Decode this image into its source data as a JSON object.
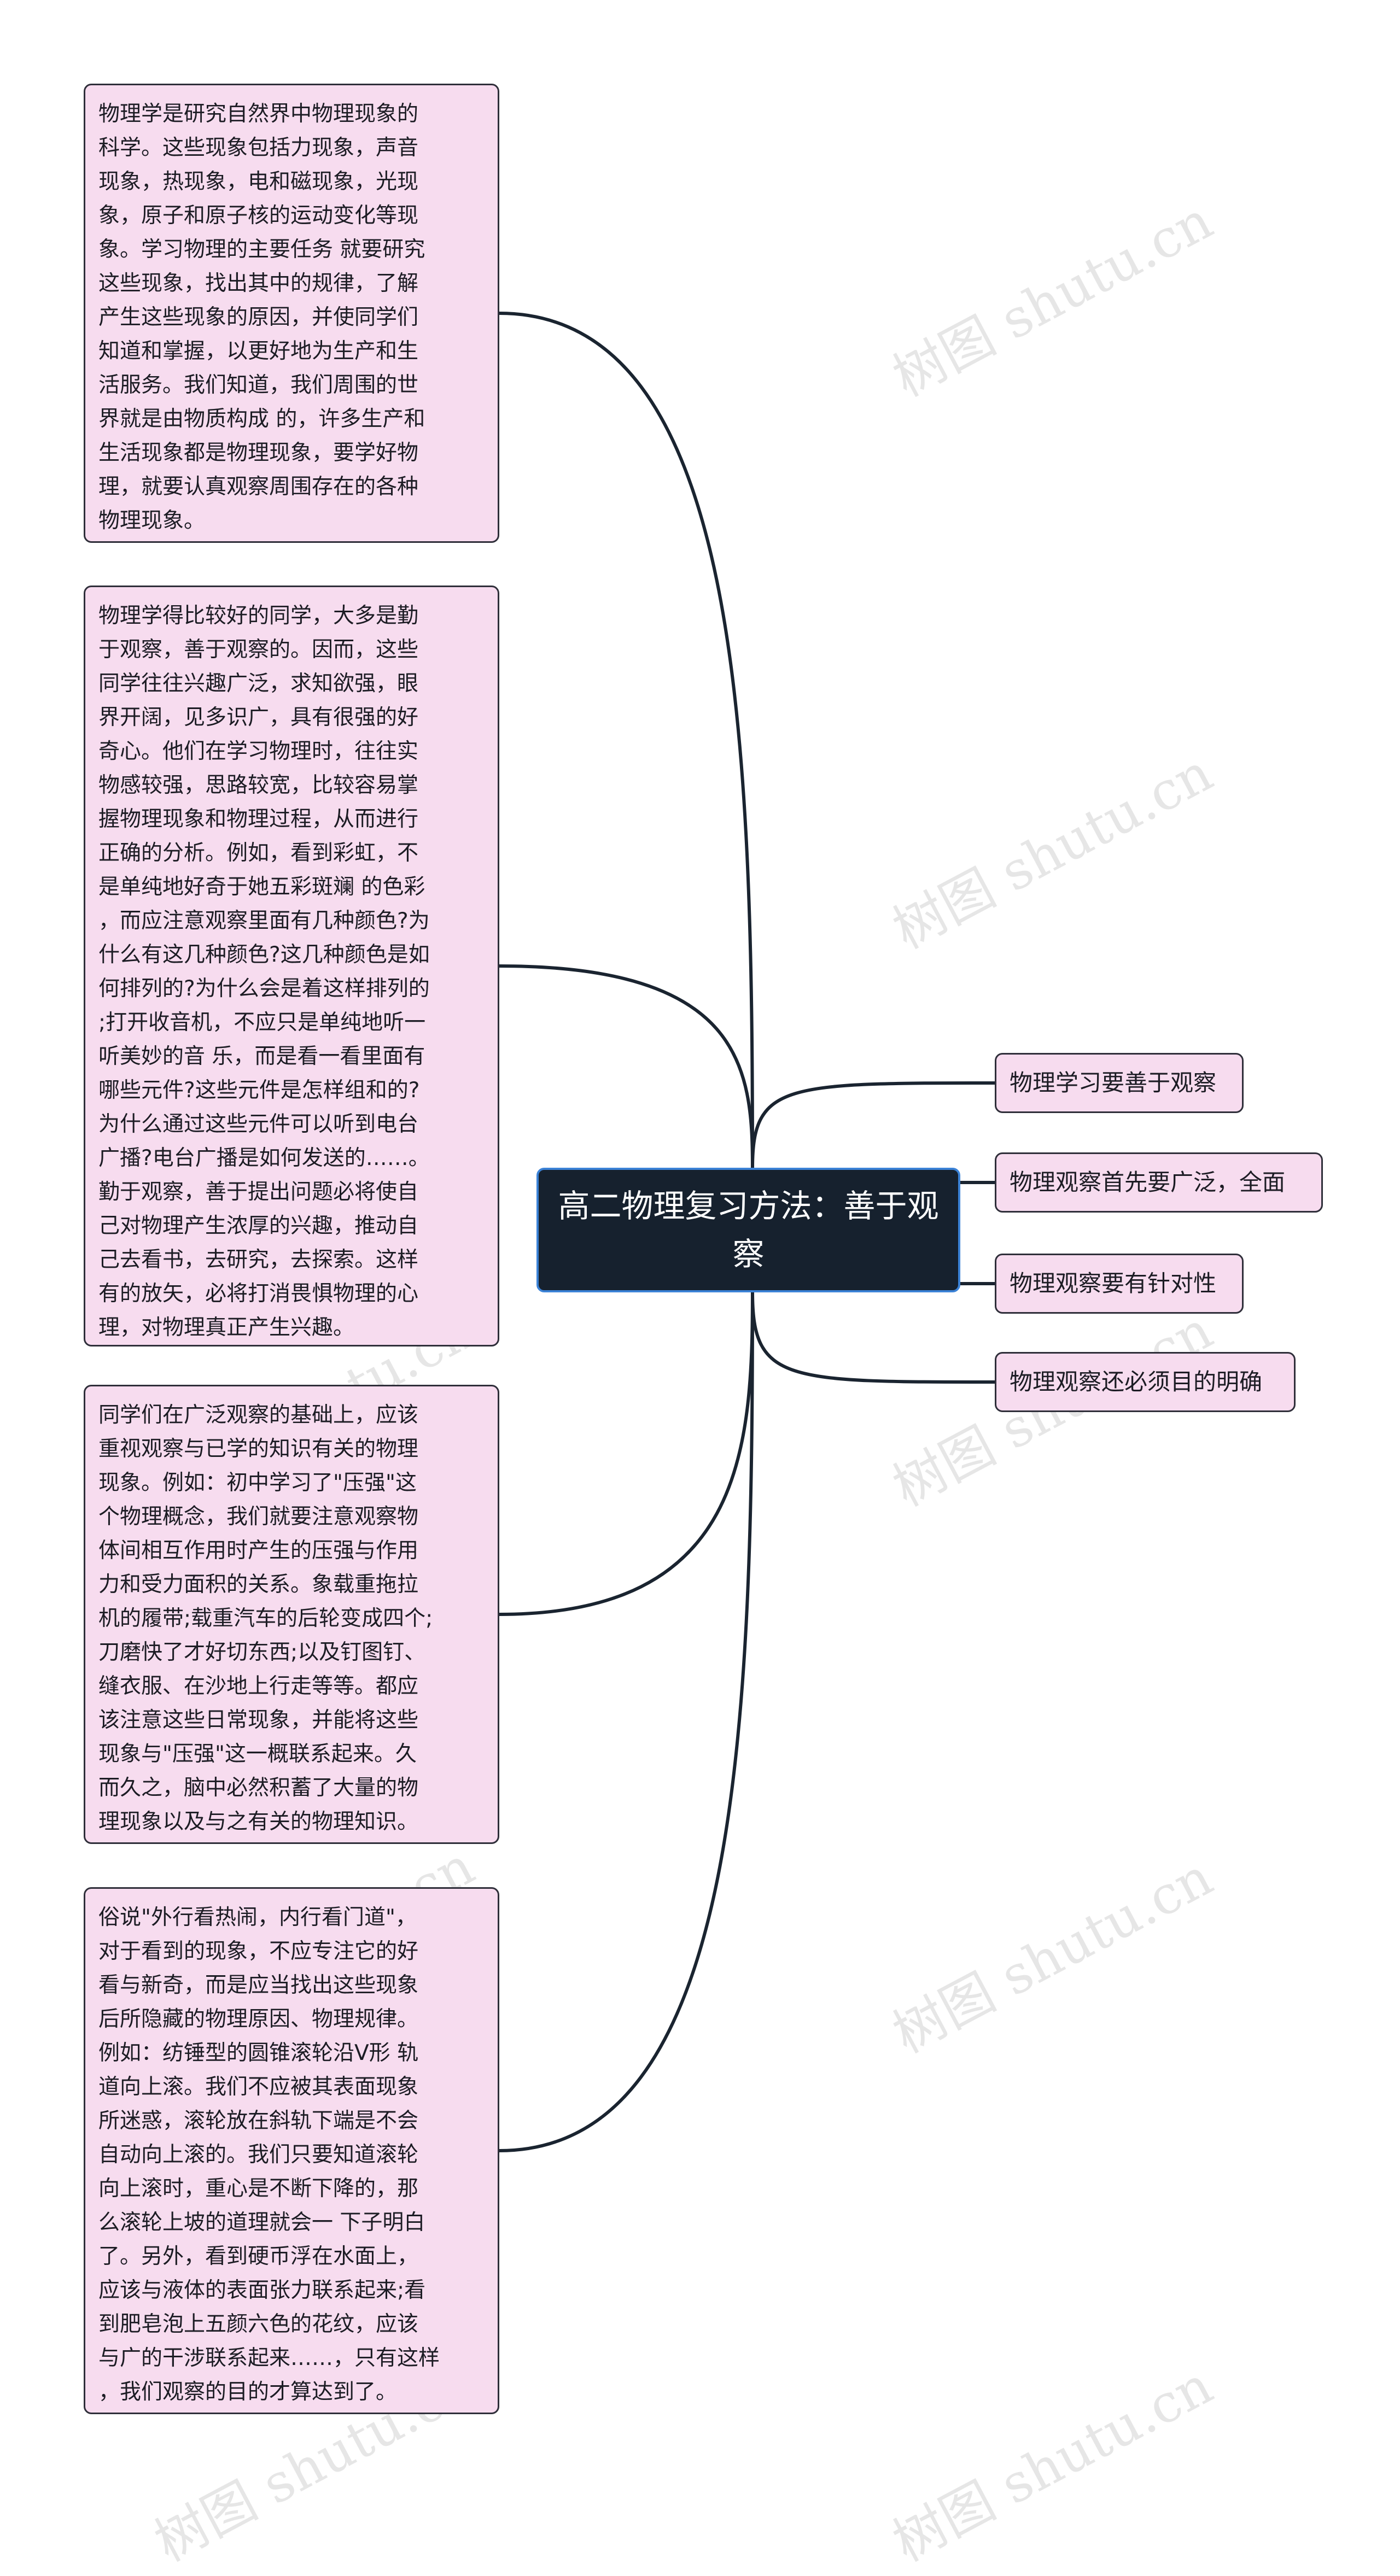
{
  "center": {
    "title": "高二物理复习方法：善于观察"
  },
  "right_nodes": [
    "物理学习要善于观察",
    "物理观察首先要广泛，全面",
    "物理观察要有针对性",
    "物理观察还必须目的明确"
  ],
  "left_nodes": [
    "物理学是研究自然界中物理现象的\n科学。这些现象包括力现象，声音\n现象，热现象，电和磁现象，光现\n象，原子和原子核的运动变化等现\n象。学习物理的主要任务 就要研究\n这些现象，找出其中的规律，了解\n产生这些现象的原因，并使同学们\n知道和掌握，以更好地为生产和生\n活服务。我们知道，我们周围的世\n界就是由物质构成 的，许多生产和\n生活现象都是物理现象，要学好物\n理，就要认真观察周围存在的各种\n物理现象。",
    "物理学得比较好的同学，大多是勤\n于观察，善于观察的。因而，这些\n同学往往兴趣广泛，求知欲强，眼\n界开阔，见多识广，具有很强的好\n奇心。他们在学习物理时，往往实\n物感较强，思路较宽，比较容易掌\n握物理现象和物理过程，从而进行\n正确的分析。例如，看到彩虹，不\n是单纯地好奇于她五彩斑斓 的色彩\n，而应注意观察里面有几种颜色?为\n什么有这几种颜色?这几种颜色是如\n何排列的?为什么会是着这样排列的\n;打开收音机，不应只是单纯地听一\n听美妙的音 乐，而是看一看里面有\n哪些元件?这些元件是怎样组和的?\n为什么通过这些元件可以听到电台\n广播?电台广播是如何发送的……。\n勤于观察，善于提出问题必将使自\n己对物理产生浓厚的兴趣，推动自\n己去看书，去研究，去探索。这样\n有的放矢，必将打消畏惧物理的心\n理，对物理真正产生兴趣。",
    "同学们在广泛观察的基础上，应该\n重视观察与已学的知识有关的物理\n现象。例如：初中学习了\"压强\"这\n个物理概念，我们就要注意观察物\n体间相互作用时产生的压强与作用\n力和受力面积的关系。象载重拖拉\n机的履带;载重汽车的后轮变成四个;\n刀磨快了才好切东西;以及钉图钉、\n缝衣服、在沙地上行走等等。都应\n该注意这些日常现象，并能将这些\n现象与\"压强\"这一概联系起来。久\n而久之，脑中必然积蓄了大量的物\n理现象以及与之有关的物理知识。",
    "俗说\"外行看热闹，内行看门道\"，\n对于看到的现象，不应专注它的好\n看与新奇，而是应当找出这些现象\n后所隐藏的物理原因、物理规律。\n例如：纺锤型的圆锥滚轮沿V形 轨\n道向上滚。我们不应被其表面现象\n所迷惑，滚轮放在斜轨下端是不会\n自动向上滚的。我们只要知道滚轮\n向上滚时，重心是不断下降的，那\n么滚轮上坡的道理就会一 下子明白\n了。另外，看到硬币浮在水面上，\n应该与液体的表面张力联系起来;看\n到肥皂泡上五颜六色的花纹，应该\n与广的干涉联系起来……，只有这样\n，我们观察的目的才算达到了。"
  ],
  "watermark": "树图 shutu.cn",
  "colors": {
    "center_bg": "#16212e",
    "center_border": "#3b82d6",
    "node_bg": "#f7dcef",
    "line": "#1a2430"
  }
}
